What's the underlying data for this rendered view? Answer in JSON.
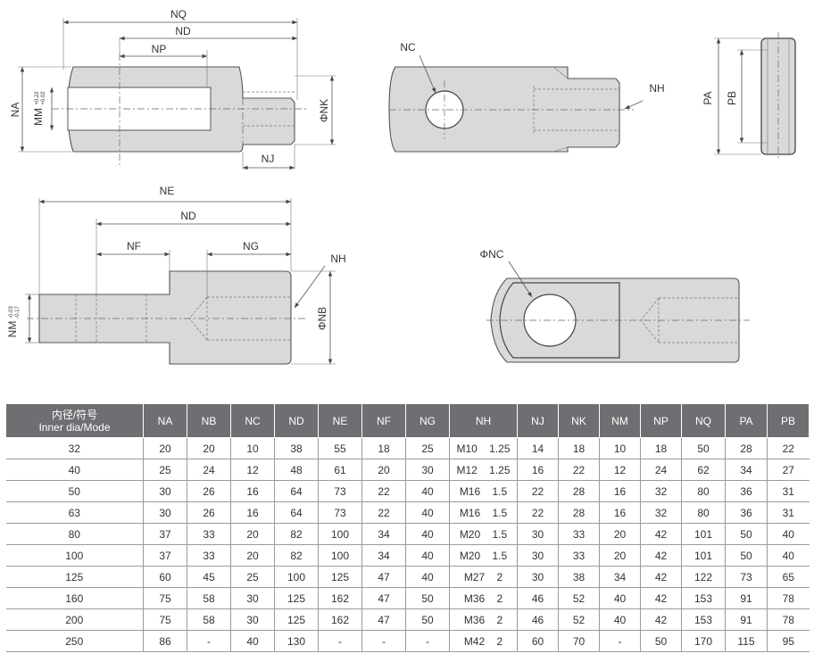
{
  "labels": {
    "nq": "NQ",
    "nd": "ND",
    "np": "NP",
    "na": "NA",
    "mm": "MM",
    "mm_tol_top": "+0.22",
    "mm_tol_bot": "+0.02",
    "nk": "ΦNK",
    "nj": "NJ",
    "nc": "NC",
    "nh": "NH",
    "pa": "PA",
    "pb": "PB",
    "ne": "NE",
    "nd2": "ND",
    "nf": "NF",
    "ng": "NG",
    "nh2": "NH",
    "nm": "NM",
    "nm_tol_top": "-0.03",
    "nm_tol_bot": "-0.17",
    "nb": "ΦNB",
    "nc2": "ΦNC"
  },
  "table": {
    "header_line1": "内径/符号",
    "header_line2": "Inner dia/Mode",
    "columns": [
      "NA",
      "NB",
      "NC",
      "ND",
      "NE",
      "NF",
      "NG",
      "NH",
      "NJ",
      "NK",
      "NM",
      "NP",
      "NQ",
      "PA",
      "PB"
    ],
    "rows": [
      [
        "32",
        "20",
        "20",
        "10",
        "38",
        "55",
        "18",
        "25",
        "M10    1.25",
        "14",
        "18",
        "10",
        "18",
        "50",
        "28",
        "22"
      ],
      [
        "40",
        "25",
        "24",
        "12",
        "48",
        "61",
        "20",
        "30",
        "M12    1.25",
        "16",
        "22",
        "12",
        "24",
        "62",
        "34",
        "27"
      ],
      [
        "50",
        "30",
        "26",
        "16",
        "64",
        "73",
        "22",
        "40",
        "M16    1.5",
        "22",
        "28",
        "16",
        "32",
        "80",
        "36",
        "31"
      ],
      [
        "63",
        "30",
        "26",
        "16",
        "64",
        "73",
        "22",
        "40",
        "M16    1.5",
        "22",
        "28",
        "16",
        "32",
        "80",
        "36",
        "31"
      ],
      [
        "80",
        "37",
        "33",
        "20",
        "82",
        "100",
        "34",
        "40",
        "M20    1.5",
        "30",
        "33",
        "20",
        "42",
        "101",
        "50",
        "40"
      ],
      [
        "100",
        "37",
        "33",
        "20",
        "82",
        "100",
        "34",
        "40",
        "M20    1.5",
        "30",
        "33",
        "20",
        "42",
        "101",
        "50",
        "40"
      ],
      [
        "125",
        "60",
        "45",
        "25",
        "100",
        "125",
        "47",
        "40",
        "M27    2",
        "30",
        "38",
        "34",
        "42",
        "122",
        "73",
        "65"
      ],
      [
        "160",
        "75",
        "58",
        "30",
        "125",
        "162",
        "47",
        "50",
        "M36    2",
        "46",
        "52",
        "40",
        "42",
        "153",
        "91",
        "78"
      ],
      [
        "200",
        "75",
        "58",
        "30",
        "125",
        "162",
        "47",
        "50",
        "M36    2",
        "46",
        "52",
        "40",
        "42",
        "153",
        "91",
        "78"
      ],
      [
        "250",
        "86",
        "-",
        "40",
        "130",
        "-",
        "-",
        "-",
        "M42    2",
        "60",
        "70",
        "-",
        "50",
        "170",
        "115",
        "95"
      ]
    ]
  }
}
